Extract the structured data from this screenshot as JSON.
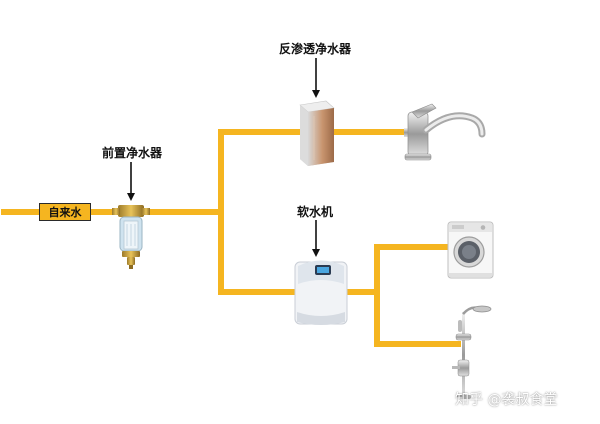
{
  "labels": {
    "source": "自来水",
    "pre_filter": "前置净水器",
    "ro_purifier": "反渗透净水器",
    "softener": "软水机"
  },
  "watermark": "知乎 @袭叔食堂",
  "colors": {
    "pipe": "#f5b520",
    "arrow": "#111111",
    "badge_border": "#2a2a2a"
  },
  "icons": {
    "pre_filter": "pre-filter-icon",
    "ro_purifier": "ro-purifier-icon",
    "softener": "water-softener-icon",
    "faucet": "kitchen-faucet-icon",
    "washer": "washing-machine-icon",
    "shower": "shower-set-icon"
  }
}
